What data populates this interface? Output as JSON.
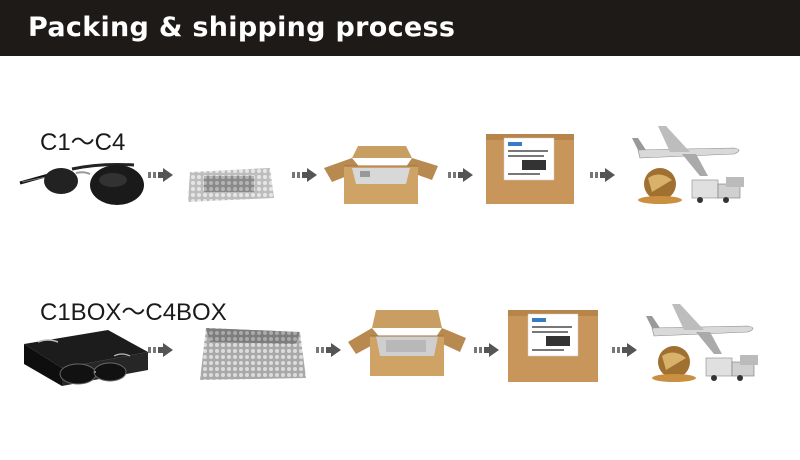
{
  "header": {
    "title": "Packing & shipping process"
  },
  "rows": [
    {
      "label": "C1～C4"
    },
    {
      "label": "C1BOX～C4BOX"
    }
  ],
  "colors": {
    "header_bg": "#1e1a18",
    "cardboard": "#c89a5e",
    "arrow": "#555555"
  },
  "icons": [
    "sunglasses-icon",
    "bubble-wrap-icon",
    "open-box-icon",
    "sealed-box-icon",
    "shipping-icon",
    "arrow-icon",
    "gift-box-icon"
  ]
}
